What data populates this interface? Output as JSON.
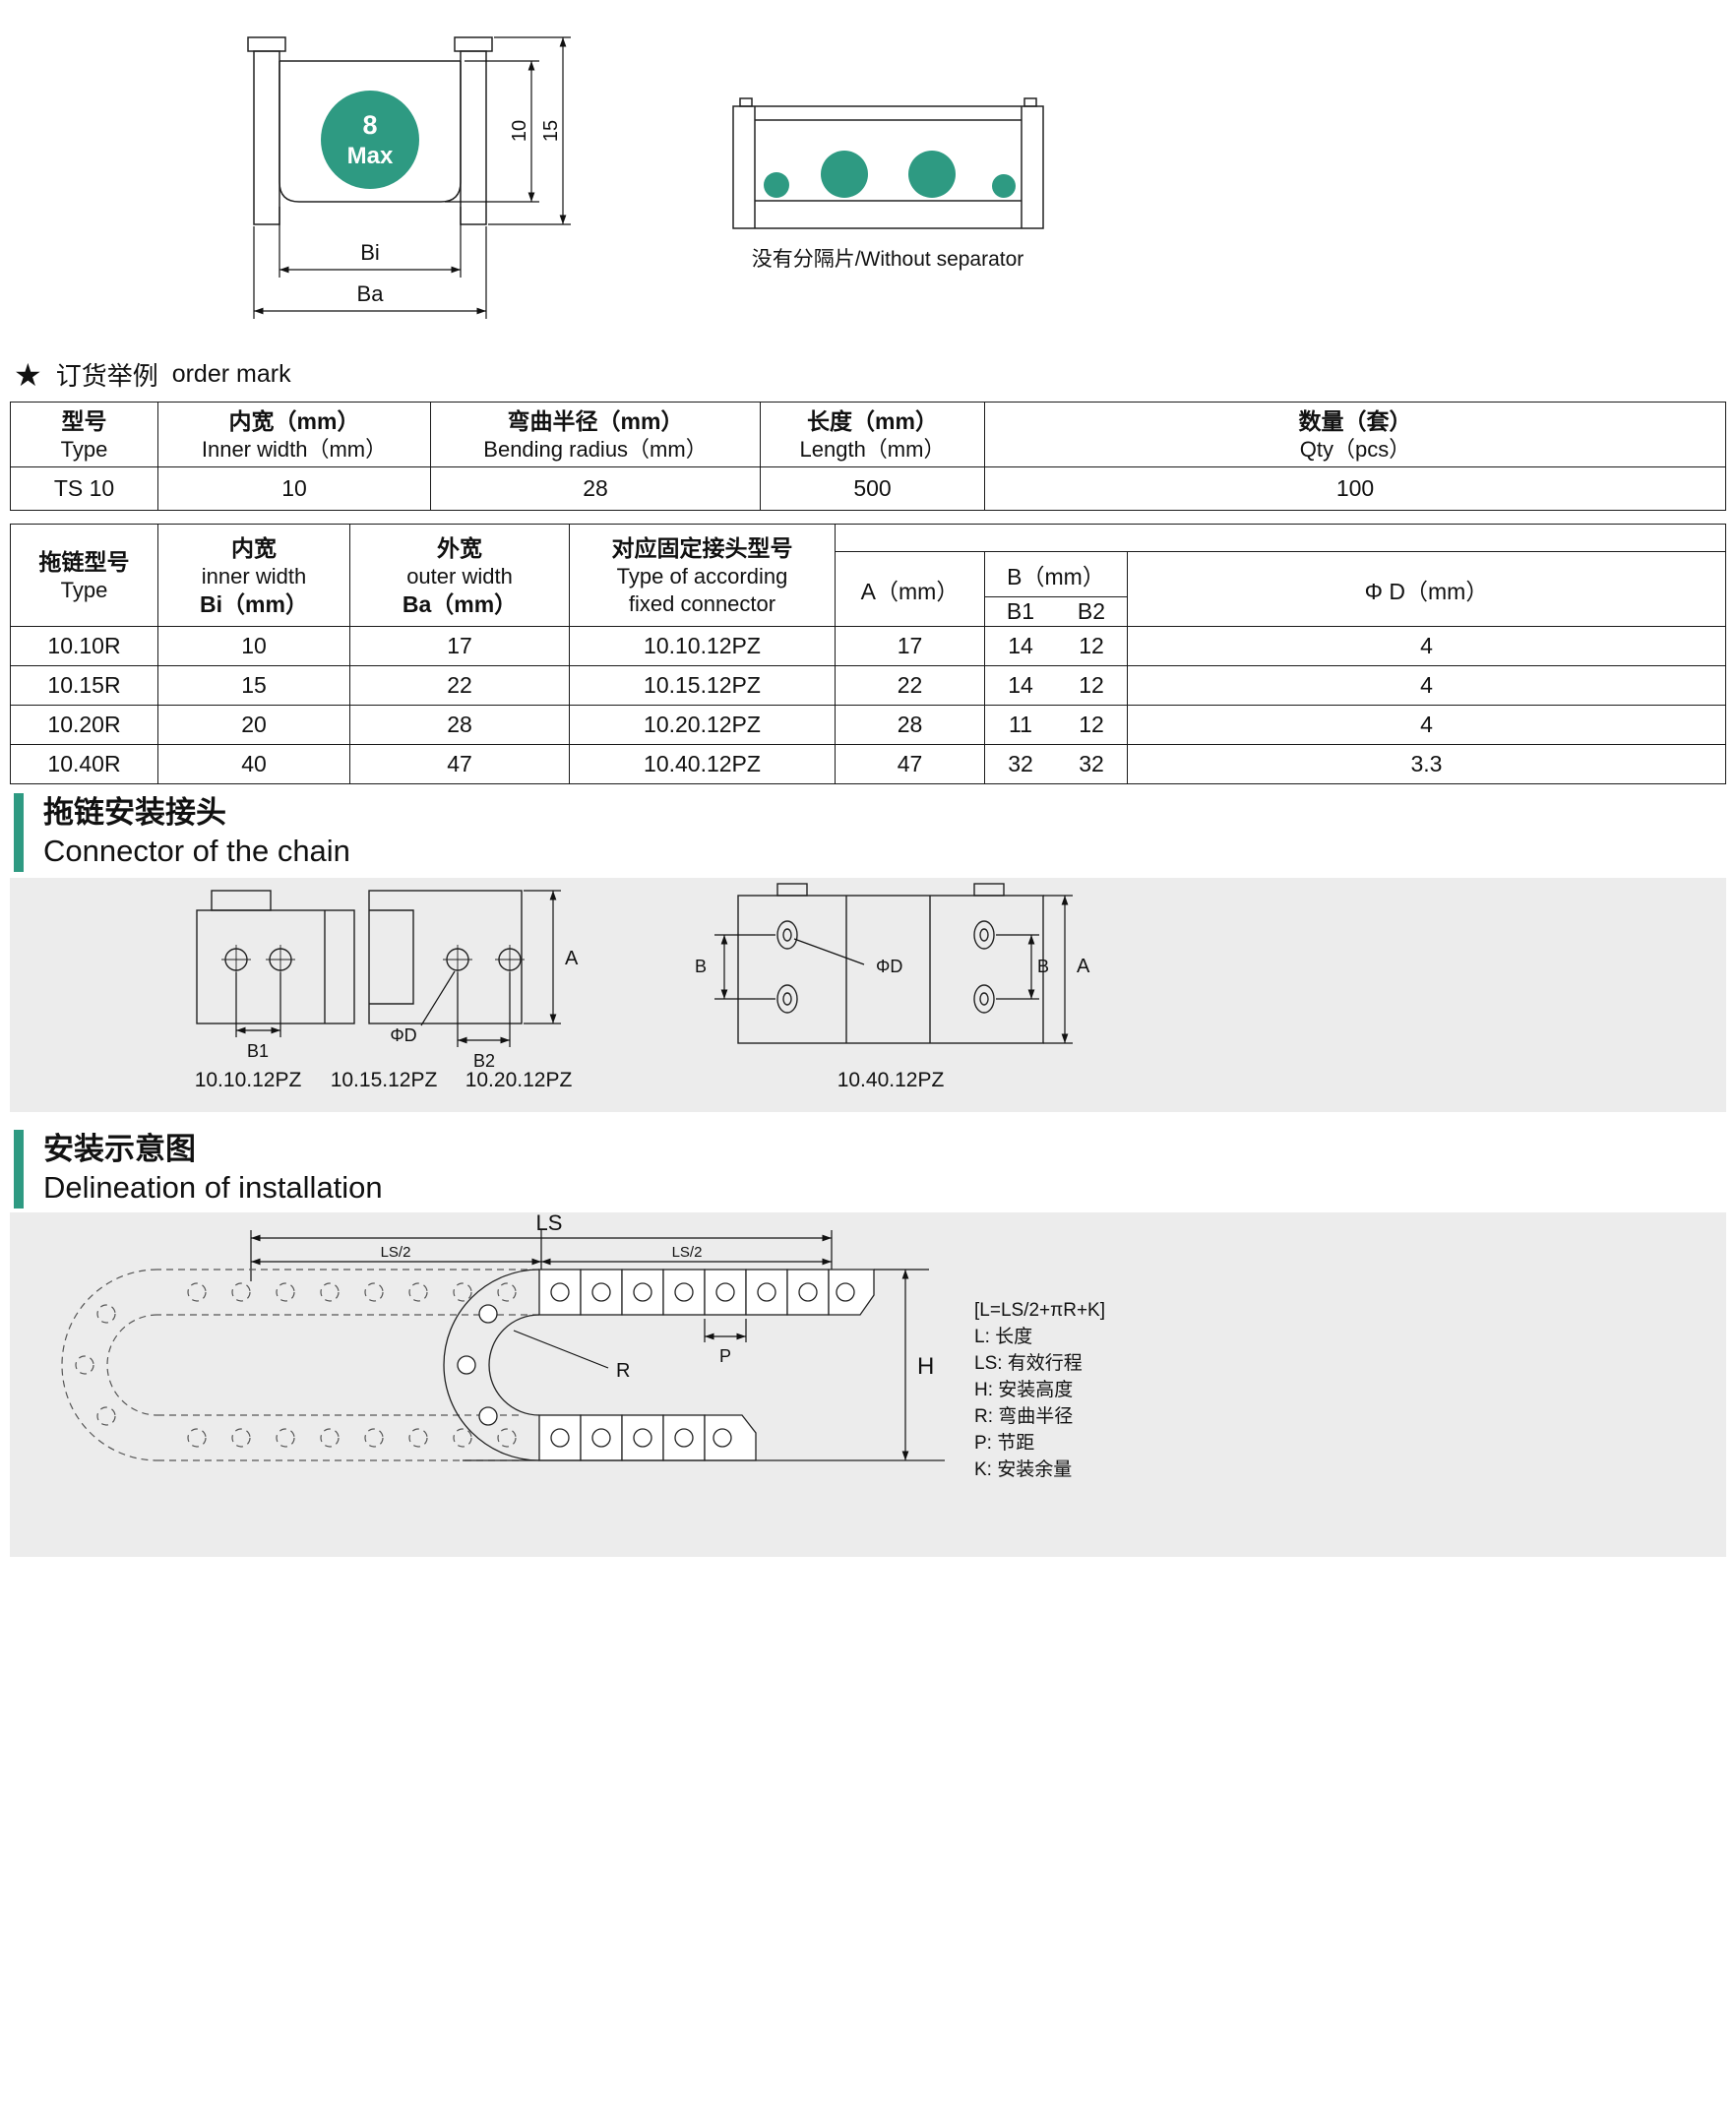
{
  "colors": {
    "teal": "#2e9a82",
    "panel": "#ececec",
    "line": "#1a1a1a"
  },
  "front_view": {
    "circle_line1": "8",
    "circle_line2": "Max",
    "dim_inner_height": "10",
    "dim_outer_height": "15",
    "dim_inner_width": "Bi",
    "dim_outer_width": "Ba"
  },
  "side_view": {
    "caption": "没有分隔片/Without separator"
  },
  "order_section": {
    "star": "★",
    "title_cn": "订货举例",
    "title_en": "order mark"
  },
  "order_table": {
    "headers": [
      {
        "cn": "型号",
        "en": "Type"
      },
      {
        "cn": "内宽（mm）",
        "en": "Inner width（mm）"
      },
      {
        "cn": "弯曲半径（mm）",
        "en": "Bending radius（mm）"
      },
      {
        "cn": "长度（mm）",
        "en": "Length（mm）"
      },
      {
        "cn": "数量（套）",
        "en": "Qty（pcs）"
      }
    ],
    "row": [
      "TS 10",
      "10",
      "28",
      "500",
      "100"
    ]
  },
  "spec_table": {
    "col_type": {
      "cn": "拖链型号",
      "en": "Type"
    },
    "col_inner": {
      "cn": "内宽",
      "en": "inner  width",
      "unit": "Bi（mm）"
    },
    "col_outer": {
      "cn": "外宽",
      "en": "outer  width",
      "unit": "Ba（mm）"
    },
    "col_connector": {
      "cn": "对应固定接头型号",
      "en1": "Type of according",
      "en2": "fixed connector"
    },
    "col_a": "A（mm）",
    "col_b": "B（mm）",
    "col_b1": "B1",
    "col_b2": "B2",
    "col_d": "Φ D（mm）",
    "rows": [
      {
        "type": "10.10R",
        "bi": "10",
        "ba": "17",
        "connector": "10.10.12PZ",
        "a": "17",
        "b1": "14",
        "b2": "12",
        "d": "4"
      },
      {
        "type": "10.15R",
        "bi": "15",
        "ba": "22",
        "connector": "10.15.12PZ",
        "a": "22",
        "b1": "14",
        "b2": "12",
        "d": "4"
      },
      {
        "type": "10.20R",
        "bi": "20",
        "ba": "28",
        "connector": "10.20.12PZ",
        "a": "28",
        "b1": "11",
        "b2": "12",
        "d": "4"
      },
      {
        "type": "10.40R",
        "bi": "40",
        "ba": "47",
        "connector": "10.40.12PZ",
        "a": "47",
        "b1": "32",
        "b2": "32",
        "d": "3.3"
      }
    ]
  },
  "connector_section": {
    "title_cn": "拖链安装接头",
    "title_en": "Connector of the chain",
    "labels": [
      "10.10.12PZ",
      "10.15.12PZ",
      "10.20.12PZ",
      "10.40.12PZ"
    ],
    "dims": {
      "a": "A",
      "b": "B",
      "b1": "B1",
      "b2": "B2",
      "d": "ΦD"
    }
  },
  "installation_section": {
    "title_cn": "安装示意图",
    "title_en": "Delineation of installation",
    "dims": {
      "ls": "LS",
      "ls_half": "LS/2",
      "p": "P",
      "r": "R",
      "h": "H"
    },
    "notes": [
      "[L=LS/2+πR+K]",
      "L: 长度",
      "LS: 有效行程",
      "H: 安装高度",
      "R: 弯曲半径",
      "P: 节距",
      "K: 安装余量"
    ]
  }
}
